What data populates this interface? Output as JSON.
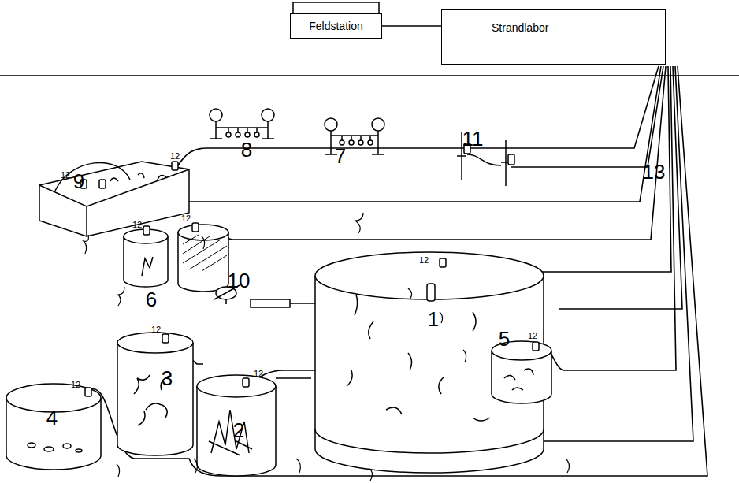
{
  "diagram": {
    "nodes": [
      {
        "text": [
          "Feldstation"
        ]
      },
      {
        "text": [
          "Strandlabor"
        ]
      }
    ],
    "edges": [
      {
        "from": 0,
        "to": 1,
        "arrow": "none"
      }
    ],
    "labels": [
      "9",
      "12",
      "12",
      "8",
      "7",
      "11",
      "13",
      "6",
      "12",
      "12",
      "5",
      "12",
      "10",
      "1",
      "12",
      "3",
      "12",
      "2",
      "12",
      "4",
      "12"
    ]
  }
}
